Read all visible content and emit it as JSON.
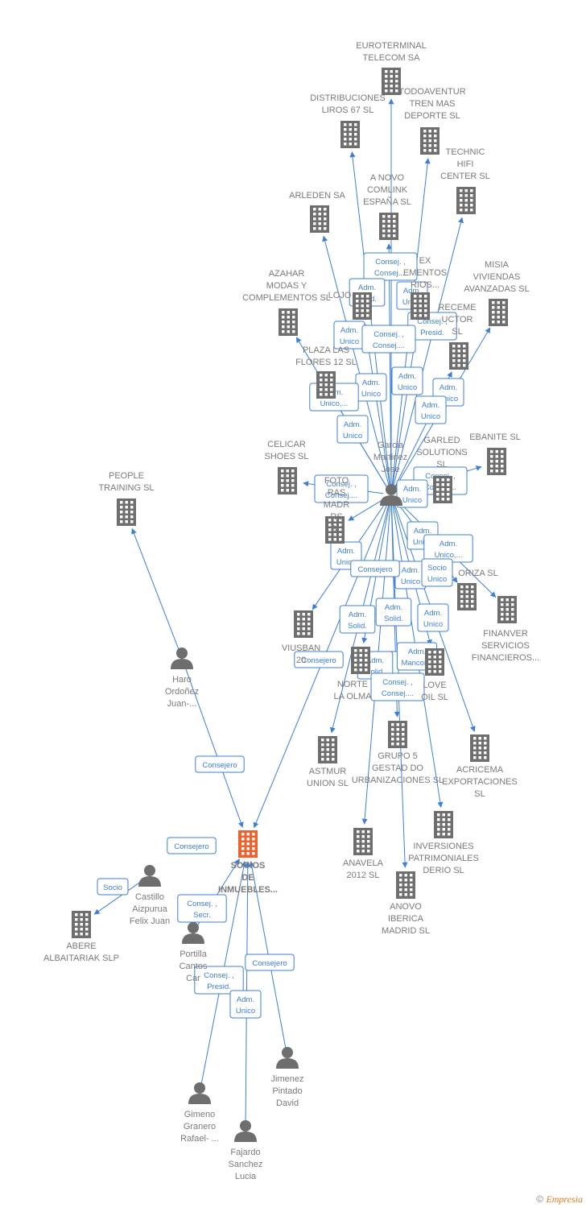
{
  "colors": {
    "edge": "#3d7fd6",
    "node": "#6e6e6e",
    "focus": "#f0622d"
  },
  "nodes": [
    {
      "id": "euroterminal",
      "type": "company",
      "label": [
        "EUROTERMINAL",
        "TELECOM SA"
      ]
    },
    {
      "id": "distribuciones",
      "type": "company",
      "label": [
        "DISTRIBUCIONES",
        "LIROS 67 SL"
      ]
    },
    {
      "id": "todoaventura",
      "type": "company",
      "label": [
        "TODOAVENTUR",
        "TREN MAS",
        "DEPORTE SL"
      ]
    },
    {
      "id": "technic",
      "type": "company",
      "label": [
        "TECHNIC",
        "HIFI",
        "CENTER  SL"
      ]
    },
    {
      "id": "anovo_comlink",
      "type": "company",
      "label": [
        "A NOVO",
        "COMLINK",
        "ESPAÑA SL"
      ]
    },
    {
      "id": "arleden",
      "type": "company",
      "label": [
        "ARLEDEN SA"
      ]
    },
    {
      "id": "azahar",
      "type": "company",
      "label": [
        "AZAHAR",
        "MODAS Y",
        "COMPLEMENTOS SL"
      ]
    },
    {
      "id": "lojo",
      "type": "company",
      "label": [
        "LOJO"
      ]
    },
    {
      "id": "complementos",
      "type": "company",
      "label": [
        "EX",
        "EMENTOS",
        "RIOS..."
      ]
    },
    {
      "id": "misia",
      "type": "company",
      "label": [
        "MISIA",
        "VIVIENDAS",
        "AVANZADAS SL"
      ]
    },
    {
      "id": "receme",
      "type": "company",
      "label": [
        "RECEME",
        "UCTOR",
        "SL"
      ]
    },
    {
      "id": "plaza",
      "type": "company",
      "label": [
        "PLAZA LAS",
        "FLORES 12 SL"
      ]
    },
    {
      "id": "ebanite",
      "type": "company",
      "label": [
        "EBANITE SL"
      ]
    },
    {
      "id": "garled",
      "type": "company",
      "label": [
        "GARLED",
        "SOLUTIONS",
        "SL"
      ]
    },
    {
      "id": "celicar",
      "type": "company",
      "label": [
        "CELICAR",
        "SHOES  SL"
      ]
    },
    {
      "id": "people",
      "type": "company",
      "label": [
        "PEOPLE",
        "TRAINING SL"
      ]
    },
    {
      "id": "foto",
      "type": "company",
      "label": [
        "FOTO",
        "RAS",
        "MADR",
        "RS",
        "SL"
      ]
    },
    {
      "id": "doriza",
      "type": "company",
      "label": [
        "ORIZA SL"
      ]
    },
    {
      "id": "finanver",
      "type": "company",
      "label": [
        "FINANVER",
        "SERVICIOS",
        "FINANCIEROS..."
      ]
    },
    {
      "id": "viusban",
      "type": "company",
      "label": [
        "VIUSBAN",
        "20"
      ]
    },
    {
      "id": "norte",
      "type": "company",
      "label": [
        "NORTE",
        "LA OLMA"
      ]
    },
    {
      "id": "love",
      "type": "company",
      "label": [
        "LOVE",
        "OIL  SL"
      ]
    },
    {
      "id": "astmur",
      "type": "company",
      "label": [
        "ASTMUR",
        "UNION SL"
      ]
    },
    {
      "id": "grupo5",
      "type": "company",
      "label": [
        "GRUPO 5",
        "GESTAD DO",
        "URBANIZACIONES SL"
      ]
    },
    {
      "id": "acricema",
      "type": "company",
      "label": [
        "ACRICEMA",
        "EXPORTACIONES",
        "SL"
      ]
    },
    {
      "id": "inversiones",
      "type": "company",
      "label": [
        "INVERSIONES",
        "PATRIMONIALES",
        "DERIO  SL"
      ]
    },
    {
      "id": "anavela",
      "type": "company",
      "label": [
        "ANAVELA",
        "2012 SL"
      ]
    },
    {
      "id": "anovo_iberica",
      "type": "company",
      "label": [
        "ANOVO",
        "IBERICA",
        "MADRID  SL"
      ]
    },
    {
      "id": "socios",
      "type": "focus",
      "label": [
        "SOCIOS",
        "DE",
        "INMUEBLES..."
      ]
    },
    {
      "id": "abere",
      "type": "company",
      "label": [
        "ABERE",
        "ALBAITARIAK SLP"
      ]
    },
    {
      "id": "garcia",
      "type": "person",
      "label": [
        "Garcia",
        "Martinez",
        "Jose"
      ]
    },
    {
      "id": "haro",
      "type": "person",
      "label": [
        "Haro",
        "Ordoñez",
        "Juan-..."
      ]
    },
    {
      "id": "castillo",
      "type": "person",
      "label": [
        "Castillo",
        "Aizpurua",
        "Felix Juan"
      ]
    },
    {
      "id": "portilla",
      "type": "person",
      "label": [
        "Portilla",
        "Cantos",
        "Car"
      ]
    },
    {
      "id": "jimenez",
      "type": "person",
      "label": [
        "Jimenez",
        "Pintado",
        "David"
      ]
    },
    {
      "id": "gimeno",
      "type": "person",
      "label": [
        "Gimeno",
        "Granero",
        "Rafael- ..."
      ]
    },
    {
      "id": "fajardo",
      "type": "person",
      "label": [
        "Fajardo",
        "Sanchez",
        "Lucia"
      ]
    }
  ],
  "edges": [
    {
      "from": "garcia",
      "to": "euroterminal"
    },
    {
      "from": "garcia",
      "to": "distribuciones"
    },
    {
      "from": "garcia",
      "to": "todoaventura"
    },
    {
      "from": "garcia",
      "to": "technic"
    },
    {
      "from": "garcia",
      "to": "anovo_comlink"
    },
    {
      "from": "garcia",
      "to": "arleden"
    },
    {
      "from": "garcia",
      "to": "azahar"
    },
    {
      "from": "garcia",
      "to": "lojo"
    },
    {
      "from": "garcia",
      "to": "complementos"
    },
    {
      "from": "garcia",
      "to": "misia"
    },
    {
      "from": "garcia",
      "to": "receme"
    },
    {
      "from": "garcia",
      "to": "plaza"
    },
    {
      "from": "garcia",
      "to": "ebanite"
    },
    {
      "from": "garcia",
      "to": "garled"
    },
    {
      "from": "garcia",
      "to": "celicar"
    },
    {
      "from": "garcia",
      "to": "foto"
    },
    {
      "from": "garcia",
      "to": "doriza"
    },
    {
      "from": "garcia",
      "to": "finanver"
    },
    {
      "from": "garcia",
      "to": "viusban"
    },
    {
      "from": "garcia",
      "to": "norte"
    },
    {
      "from": "garcia",
      "to": "love"
    },
    {
      "from": "garcia",
      "to": "astmur"
    },
    {
      "from": "garcia",
      "to": "grupo5"
    },
    {
      "from": "garcia",
      "to": "acricema"
    },
    {
      "from": "garcia",
      "to": "inversiones"
    },
    {
      "from": "garcia",
      "to": "anavela"
    },
    {
      "from": "garcia",
      "to": "anovo_iberica"
    },
    {
      "from": "garcia",
      "to": "socios"
    },
    {
      "from": "haro",
      "to": "people"
    },
    {
      "from": "haro",
      "to": "socios"
    },
    {
      "from": "castillo",
      "to": "abere"
    },
    {
      "from": "portilla",
      "to": "socios"
    },
    {
      "from": "jimenez",
      "to": "socios"
    },
    {
      "from": "gimeno",
      "to": "socios"
    },
    {
      "from": "fajardo",
      "to": "socios"
    }
  ],
  "edge_labels": [
    [
      "Consej. ,",
      "Consej...."
    ],
    [
      "Adm.",
      "Solid."
    ],
    [
      "Adm.",
      "Unico"
    ],
    [
      "Consej. ,",
      "Presid."
    ],
    [
      "Adm.",
      "Unico"
    ],
    [
      "Consej. ,",
      "Consej...."
    ],
    [
      "Adm.",
      "Unico"
    ],
    [
      "Adm.",
      "Unico"
    ],
    [
      "Adm.",
      "Unico,..."
    ],
    [
      "Adm.",
      "Unico"
    ],
    [
      "Adm.",
      "Unico"
    ],
    [
      "Adm.",
      "Unico"
    ],
    [
      "Consej. ,",
      "Consej...."
    ],
    [
      "Adm.",
      "Unico"
    ],
    [
      "Consej. ,",
      "Consej...."
    ],
    [
      "Adm.",
      "Unico"
    ],
    [
      "Adm.",
      "Unico"
    ],
    [
      "Adm.",
      "Unico,..."
    ],
    [
      "Adm.",
      "Unico"
    ],
    [
      "Socio",
      "Unico"
    ],
    [
      "Consejero"
    ],
    [
      "Adm.",
      "Unico"
    ],
    [
      "Adm.",
      "Solid."
    ],
    [
      "Adm.",
      "Solid."
    ],
    [
      "Adm.",
      "Unico"
    ],
    [
      "Consejero"
    ],
    [
      "Adm.",
      "Mancom."
    ],
    [
      "Adm.",
      "Solid."
    ],
    [
      "Consej. ,",
      "Consej...."
    ],
    [
      "Consejero"
    ],
    [
      "Socio"
    ],
    [
      "Consej. ,",
      "Secr."
    ],
    [
      "Consejero"
    ],
    [
      "Consejero"
    ],
    [
      "Consej. ,",
      "Presid."
    ],
    [
      "Adm.",
      "Unico"
    ]
  ],
  "footer": {
    "copyright": "©",
    "brand": "Empresia"
  }
}
